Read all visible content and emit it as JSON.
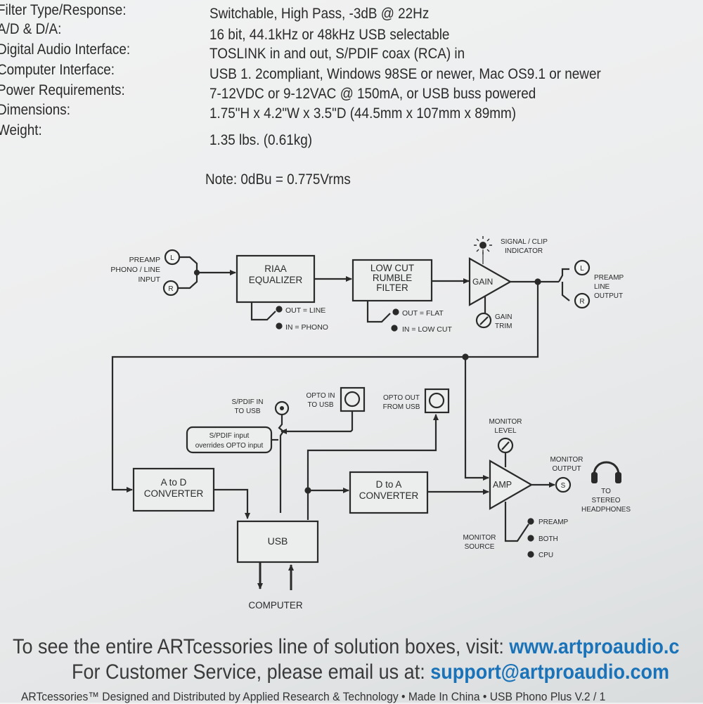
{
  "specs": [
    {
      "label": "Filter Type/Response:",
      "value": "Switchable, High Pass, -3dB @ 22Hz"
    },
    {
      "label": "A/D & D/A:",
      "value": "16 bit, 44.1kHz or 48kHz USB selectable"
    },
    {
      "label": "Digital Audio Interface:",
      "value": "TOSLINK in and out, S/PDIF coax (RCA) in"
    },
    {
      "label": "Computer Interface:",
      "value": "USB 1. 2compliant, Windows 98SE or newer, Mac OS9.1 or newer"
    },
    {
      "label": "Power Requirements:",
      "value": "7-12VDC or 9-12VAC @ 150mA, or USB buss powered"
    },
    {
      "label": "Dimensions:",
      "value": "1.75\"H x 4.2\"W x 3.5\"D (44.5mm x 107mm x 89mm)"
    },
    {
      "label": "Weight:",
      "value": "1.35 lbs. (0.61kg)"
    }
  ],
  "note": "Note: 0dBu = 0.775Vrms",
  "diagram": {
    "preamp_input": [
      "PREAMP",
      "PHONO / LINE",
      "INPUT"
    ],
    "l": "L",
    "r": "R",
    "riaa": [
      "RIAA",
      "EQUALIZER"
    ],
    "low_cut": [
      "LOW CUT",
      "RUMBLE",
      "FILTER"
    ],
    "riaa_out": "OUT = LINE",
    "riaa_in": "IN = PHONO",
    "lc_out": "OUT = FLAT",
    "lc_in": "IN = LOW CUT",
    "signal_clip": [
      "SIGNAL / CLIP",
      "INDICATOR"
    ],
    "gain": "GAIN",
    "gain_trim": [
      "GAIN",
      "TRIM"
    ],
    "preamp_output": [
      "PREAMP",
      "LINE",
      "OUTPUT"
    ],
    "spdif_in": [
      "S/PDIF IN",
      "TO USB"
    ],
    "opto_in": [
      "OPTO IN",
      "TO USB"
    ],
    "opto_out": [
      "OPTO OUT",
      "FROM USB"
    ],
    "spdif_note": [
      "S/PDIF input",
      "overrides OPTO input"
    ],
    "monitor_level": [
      "MONITOR",
      "LEVEL"
    ],
    "monitor_output": [
      "MONITOR",
      "OUTPUT"
    ],
    "s": "S",
    "headphones": [
      "TO",
      "STEREO",
      "HEADPHONES"
    ],
    "a_to_d": [
      "A to D",
      "CONVERTER"
    ],
    "d_to_a": [
      "D to A",
      "CONVERTER"
    ],
    "amp": "AMP",
    "usb": "USB",
    "monitor_source": [
      "MONITOR",
      "SOURCE"
    ],
    "src_preamp": "PREAMP",
    "src_both": "BOTH",
    "src_cpu": "CPU",
    "computer": "COMPUTER"
  },
  "footer": {
    "line1_text": "To see the entire ARTcessories line of solution boxes, visit: ",
    "line1_link": "www.artproaudio.c",
    "line2_text": "For Customer Service, please email us at: ",
    "line2_link": "support@artproaudio.com",
    "fine_print": "ARTcessories™ Designed and Distributed by Applied Research & Technology • Made In China • USB Phono Plus V.2 / 1"
  }
}
